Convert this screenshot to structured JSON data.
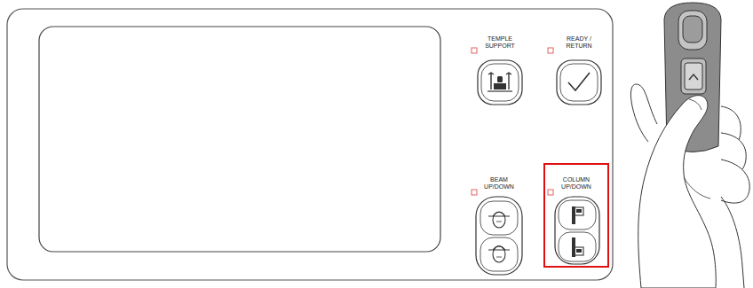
{
  "diagram": {
    "nodes": [
      {
        "text": [
          "TEMPLE SUPPORT"
        ]
      },
      {
        "text": [
          "READY / RETURN"
        ]
      },
      {
        "text": [
          "BEAM UP/DOWN"
        ]
      },
      {
        "text": [
          "COLUMN UP/DOWN"
        ]
      }
    ]
  }
}
